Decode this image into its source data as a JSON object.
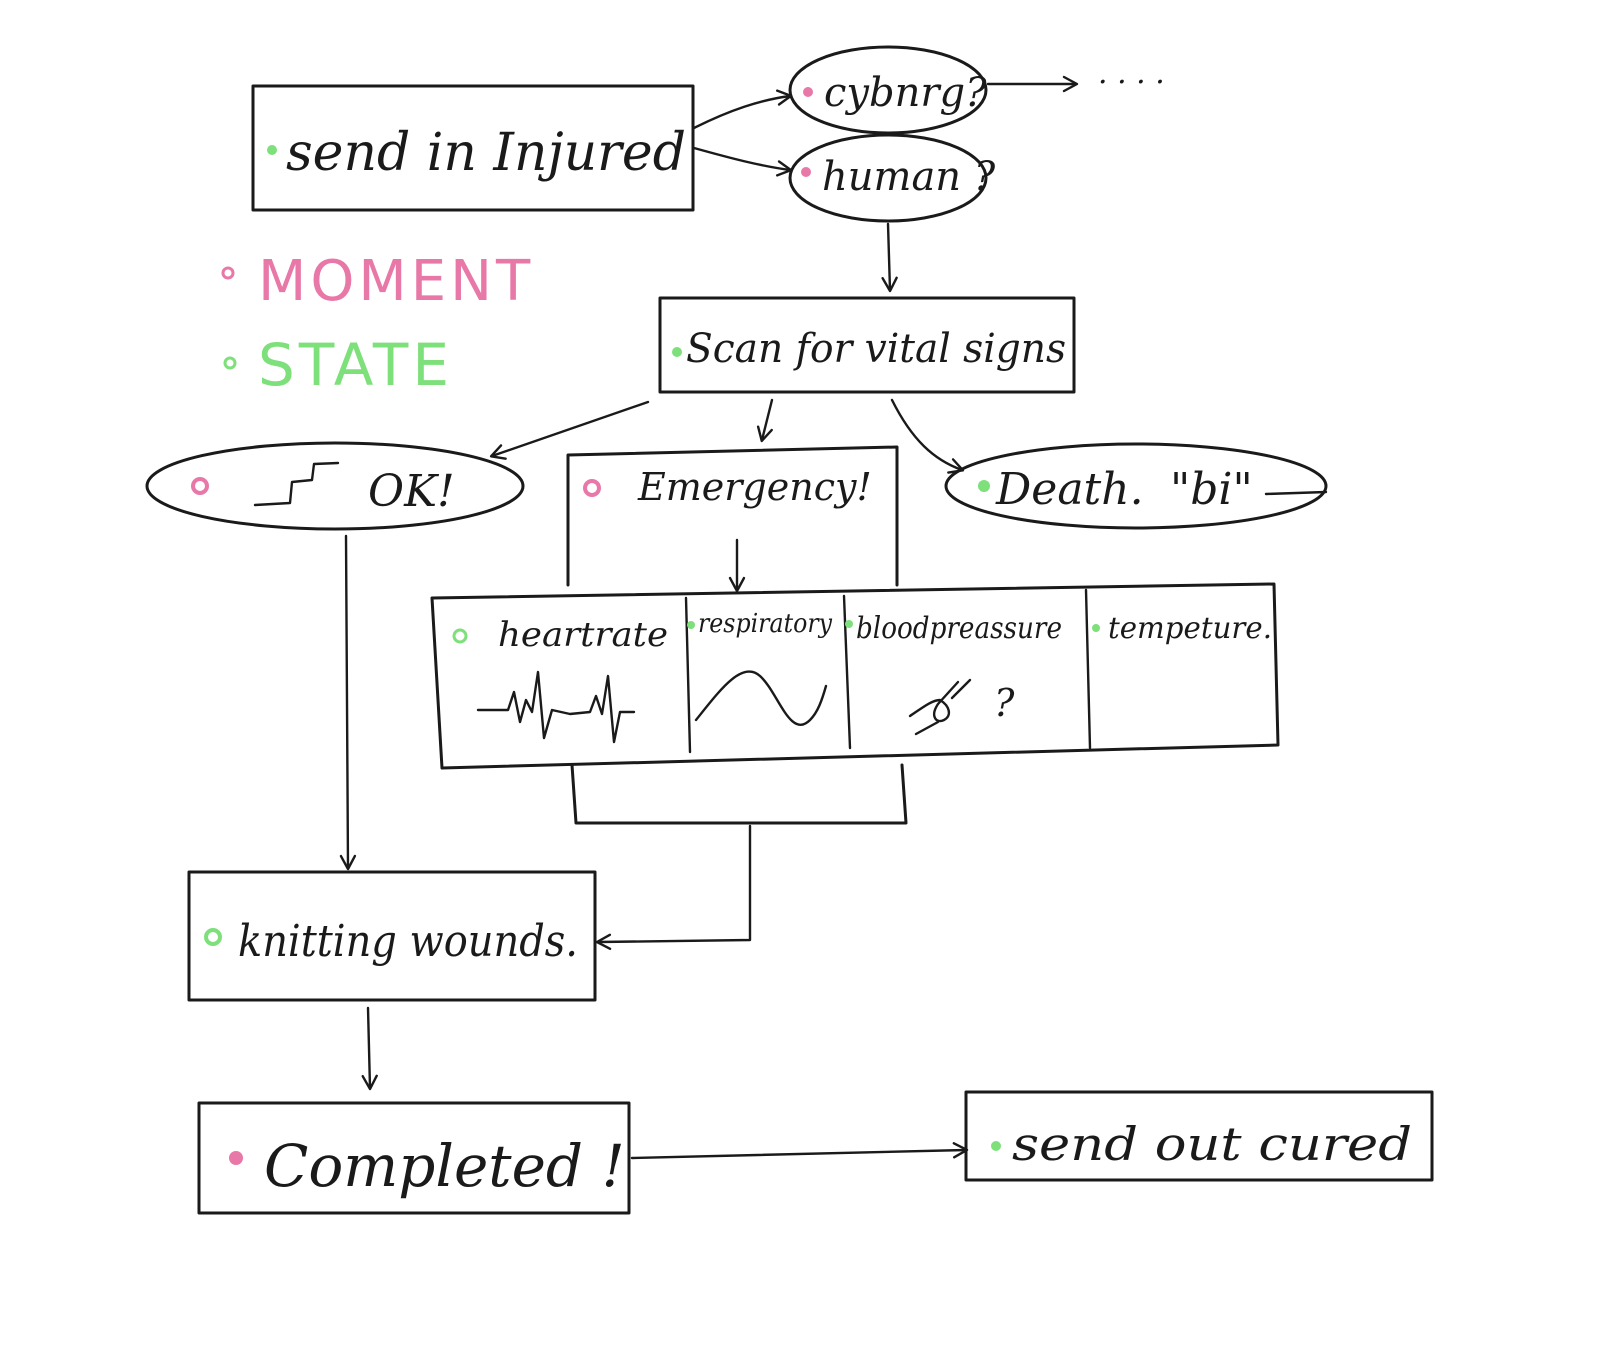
{
  "colors": {
    "ink": "#1a1a1a",
    "moment": "#e878a8",
    "state": "#7ee07a"
  },
  "legend": {
    "moment_label": "MOMENT",
    "state_label": "STATE"
  },
  "nodes": {
    "send_in": "send in Injured",
    "cyborg": "cybnrg?",
    "human": "human ?",
    "cyborg_more": "· · · ·",
    "scan": "Scan for vital signs",
    "ok": "OK!",
    "emergency": "Emergency!",
    "death": "Death.",
    "death_tail": "\"bi\"",
    "heartrate": "heartrate",
    "respiratory": "respiratory",
    "bloodpressure": "bloodpreassure",
    "temperature": "tempeture.",
    "bloodpressure_mark": "?",
    "knitting": "knitting wounds.",
    "completed": "Completed !",
    "send_out": "send out cured"
  },
  "node_kinds": {
    "send_in": "state",
    "cyborg": "moment",
    "human": "moment",
    "scan": "state",
    "ok": "moment",
    "emergency": "moment",
    "death": "state",
    "heartrate": "state",
    "respiratory": "state",
    "bloodpressure": "state",
    "temperature": "state",
    "knitting": "state",
    "completed": "moment",
    "send_out": "state"
  }
}
